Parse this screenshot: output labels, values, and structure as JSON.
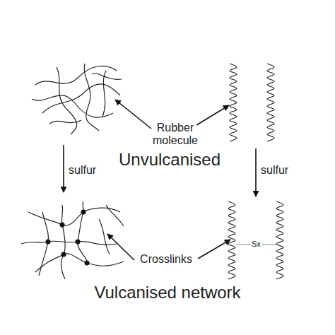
{
  "diagram": {
    "labels": [
      "Rubber molecule",
      "Unvulcanised",
      "sulfur",
      "sulfur",
      "Crosslinks",
      "Sx",
      "Vulcanised network"
    ]
  }
}
